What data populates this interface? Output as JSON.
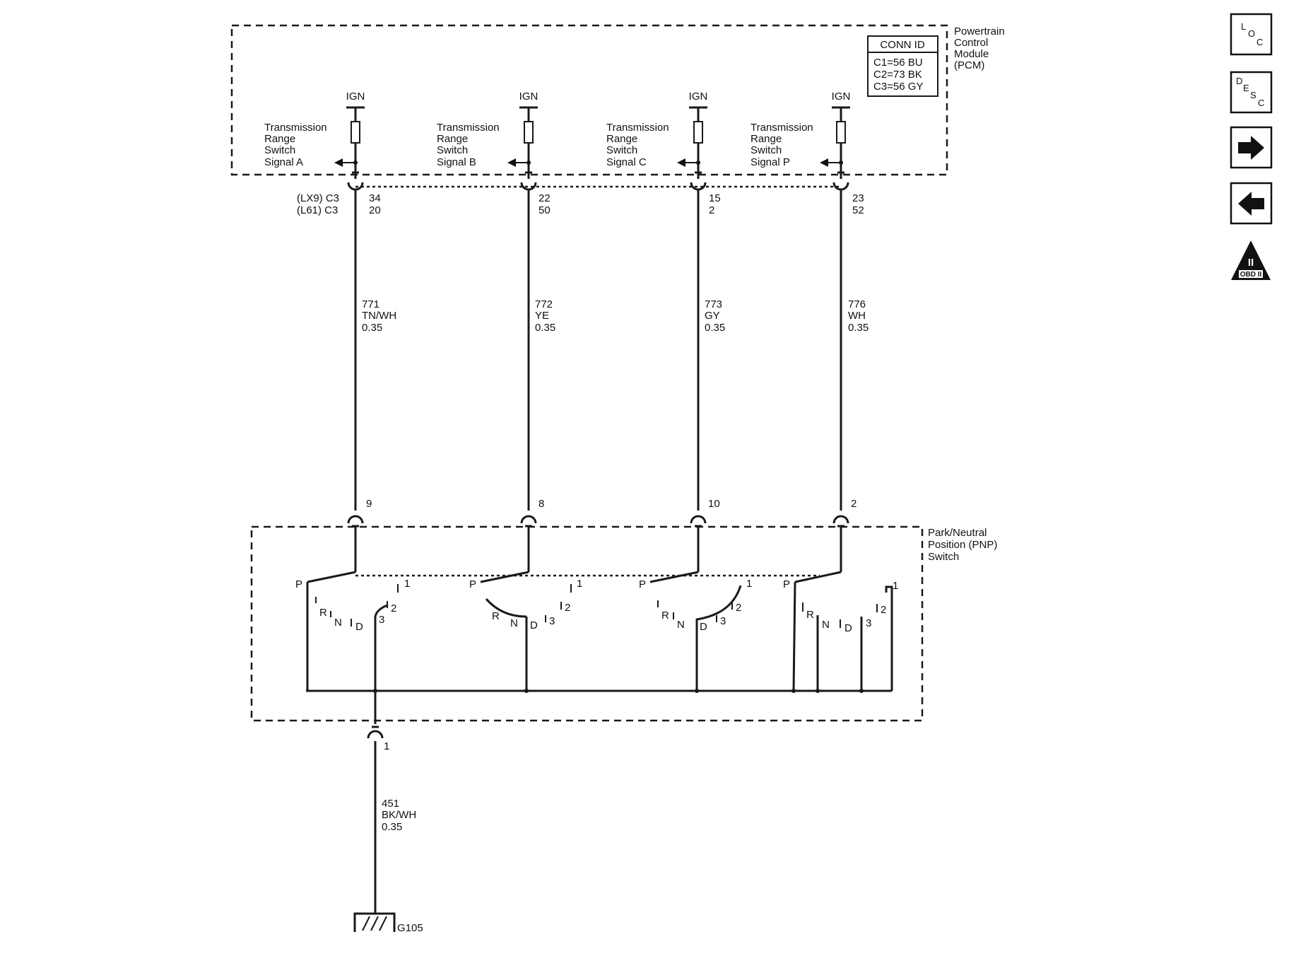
{
  "pcm": {
    "name_lines": [
      "Powertrain",
      "Control",
      "Module",
      "(PCM)"
    ],
    "conn_id": {
      "title": "CONN ID",
      "lines": [
        "C1=56 BU",
        "C2=73 BK",
        "C3=56 GY"
      ]
    },
    "ign": "IGN",
    "signals": [
      {
        "lines": [
          "Transmission",
          "Range",
          "Switch",
          "Signal A"
        ],
        "lx9_pin": "34",
        "l61_pin": "20",
        "circuit": "771",
        "color": "TN/WH",
        "gauge": "0.35",
        "pnp_pin": "9"
      },
      {
        "lines": [
          "Transmission",
          "Range",
          "Switch",
          "Signal B"
        ],
        "lx9_pin": "22",
        "l61_pin": "50",
        "circuit": "772",
        "color": "YE",
        "gauge": "0.35",
        "pnp_pin": "8"
      },
      {
        "lines": [
          "Transmission",
          "Range",
          "Switch",
          "Signal C"
        ],
        "lx9_pin": "15",
        "l61_pin": "2",
        "circuit": "773",
        "color": "GY",
        "gauge": "0.35",
        "pnp_pin": "10"
      },
      {
        "lines": [
          "Transmission",
          "Range",
          "Switch",
          "Signal P"
        ],
        "lx9_pin": "23",
        "l61_pin": "52",
        "circuit": "776",
        "color": "WH",
        "gauge": "0.35",
        "pnp_pin": "2"
      }
    ],
    "connector_labels": [
      "(LX9) C3",
      "(L61) C3"
    ]
  },
  "pnp": {
    "name_lines": [
      "Park/Neutral",
      "Position (PNP)",
      "Switch"
    ],
    "positions": {
      "p": "P",
      "r": "R",
      "n": "N",
      "d": "D",
      "three": "3",
      "two": "2",
      "one": "1"
    },
    "ground_pin": "1",
    "ground_wire": {
      "circuit": "451",
      "color": "BK/WH",
      "gauge": "0.35"
    }
  },
  "ground": {
    "label": "G105"
  },
  "nav": {
    "loc": {
      "l": "L",
      "o": "O",
      "c": "C"
    },
    "desc": {
      "d": "D",
      "e": "E",
      "s": "S",
      "c": "C"
    },
    "obd": {
      "roman": "II",
      "label": "OBD II"
    }
  }
}
